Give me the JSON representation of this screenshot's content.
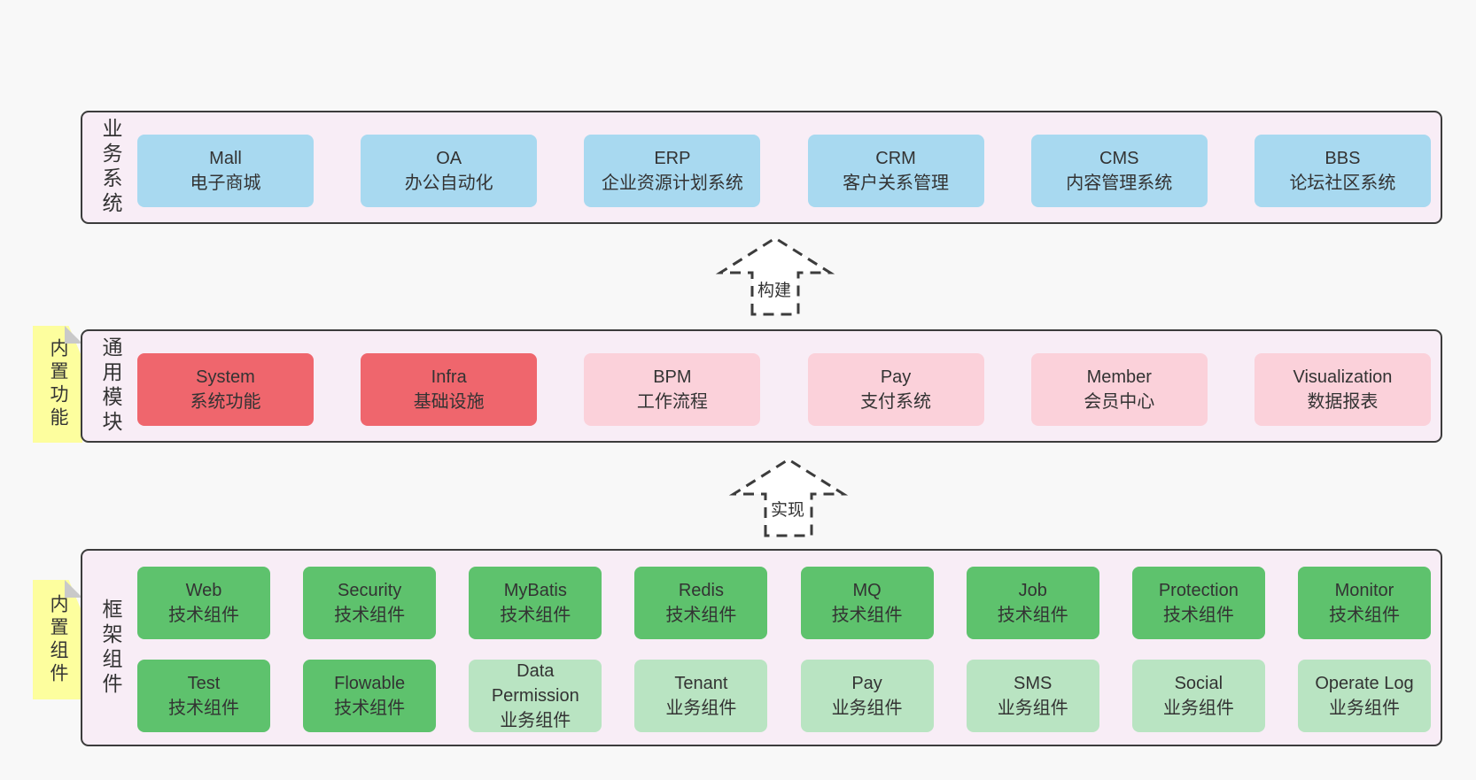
{
  "palette": {
    "page_bg": "#f8f8f8",
    "container_bg": "#f8edf6",
    "container_border": "#3c3c3c",
    "blue": "#a8d9f0",
    "red": "#ef666d",
    "pink": "#fbd1da",
    "green": "#5ec26d",
    "light_green": "#b9e4c2",
    "note_yellow": "#fdfe9e",
    "note_fold": "#c9c9c9",
    "text": "#333333"
  },
  "sections": {
    "business": {
      "side_label": "业务系统",
      "boxes": [
        {
          "name": "Mall",
          "desc": "电子商城"
        },
        {
          "name": "OA",
          "desc": "办公自动化"
        },
        {
          "name": "ERP",
          "desc": "企业资源计划系统"
        },
        {
          "name": "CRM",
          "desc": "客户关系管理"
        },
        {
          "name": "CMS",
          "desc": "内容管理系统"
        },
        {
          "name": "BBS",
          "desc": "论坛社区系统"
        }
      ]
    },
    "modules": {
      "side_label": "通用模块",
      "note": "内置功能",
      "boxes": [
        {
          "name": "System",
          "desc": "系统功能"
        },
        {
          "name": "Infra",
          "desc": "基础设施"
        },
        {
          "name": "BPM",
          "desc": "工作流程"
        },
        {
          "name": "Pay",
          "desc": "支付系统"
        },
        {
          "name": "Member",
          "desc": "会员中心"
        },
        {
          "name": "Visualization",
          "desc": "数据报表"
        }
      ]
    },
    "components": {
      "side_label": "框架组件",
      "note": "内置组件",
      "row1": [
        {
          "name": "Web",
          "desc": "技术组件"
        },
        {
          "name": "Security",
          "desc": "技术组件"
        },
        {
          "name": "MyBatis",
          "desc": "技术组件"
        },
        {
          "name": "Redis",
          "desc": "技术组件"
        },
        {
          "name": "MQ",
          "desc": "技术组件"
        },
        {
          "name": "Job",
          "desc": "技术组件"
        },
        {
          "name": "Protection",
          "desc": "技术组件"
        },
        {
          "name": "Monitor",
          "desc": "技术组件"
        }
      ],
      "row2": [
        {
          "name": "Test",
          "desc": "技术组件"
        },
        {
          "name": "Flowable",
          "desc": "技术组件"
        },
        {
          "name": "Data Permission",
          "desc": "业务组件"
        },
        {
          "name": "Tenant",
          "desc": "业务组件"
        },
        {
          "name": "Pay",
          "desc": "业务组件"
        },
        {
          "name": "SMS",
          "desc": "业务组件"
        },
        {
          "name": "Social",
          "desc": "业务组件"
        },
        {
          "name": "Operate Log",
          "desc": "业务组件"
        }
      ]
    }
  },
  "arrows": {
    "build": {
      "label": "构建"
    },
    "implement": {
      "label": "实现"
    }
  }
}
